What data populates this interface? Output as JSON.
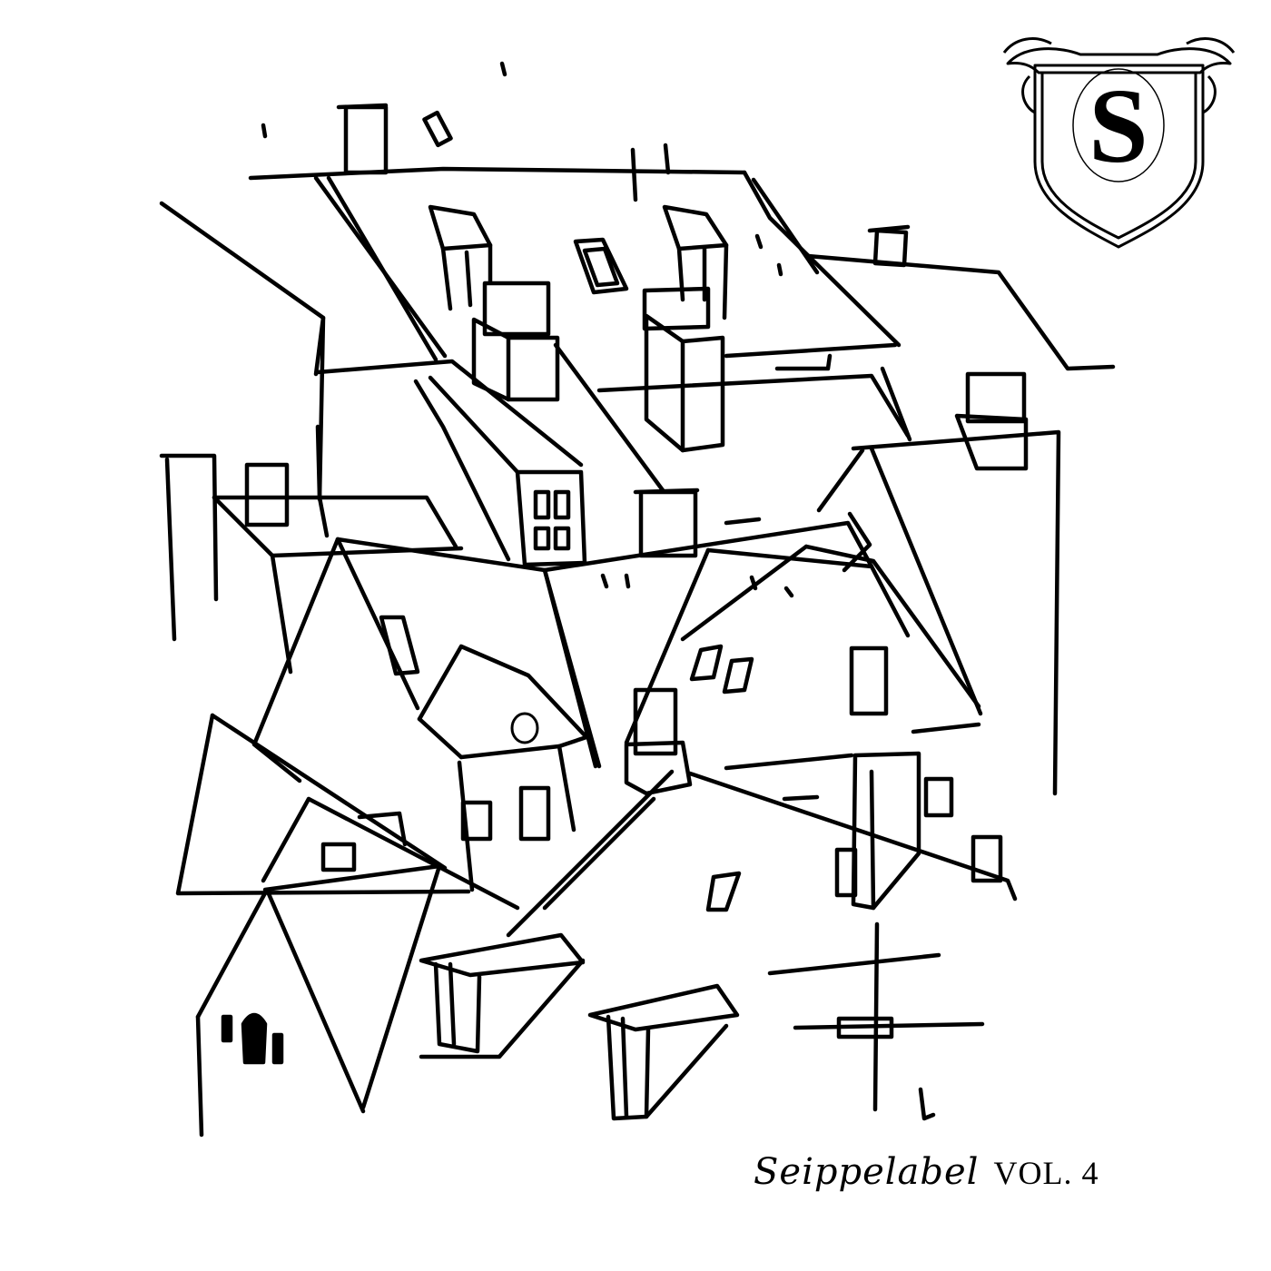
{
  "cover": {
    "brand": "Seippelabel",
    "volume": "VOL. 4",
    "crest_letter": "S",
    "illustration_icon": "rooftops-sketch-icon",
    "crest_icon": "heraldic-shield-icon",
    "line_color": "#000000",
    "background_color": "#ffffff"
  }
}
